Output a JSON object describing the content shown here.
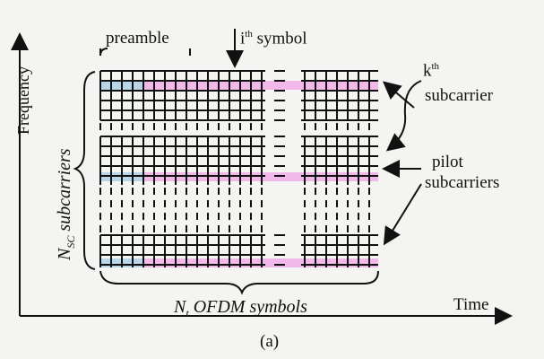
{
  "figure": {
    "y_axis_label": "Frequency",
    "x_axis_label": "Time",
    "preamble_label": "preamble",
    "ith_symbol": {
      "prefix": "i",
      "superscript": "th",
      "suffix": " symbol"
    },
    "kth_subcarrier": {
      "prefix": "k",
      "superscript": "th",
      "line2": "subcarrier"
    },
    "pilot_label_line1": "pilot",
    "pilot_label_line2": "subcarriers",
    "nsc_label": {
      "main": "N",
      "subscript": "SC",
      "suffix": " subcarriers"
    },
    "nt_label": {
      "main": "N",
      "subscript": "t",
      "suffix": " OFDM symbols"
    },
    "caption": "(a)",
    "colors": {
      "pilot_fill": "#f2b8ea",
      "preamble_fill": "#b8d6ea",
      "line": "#111111"
    }
  }
}
